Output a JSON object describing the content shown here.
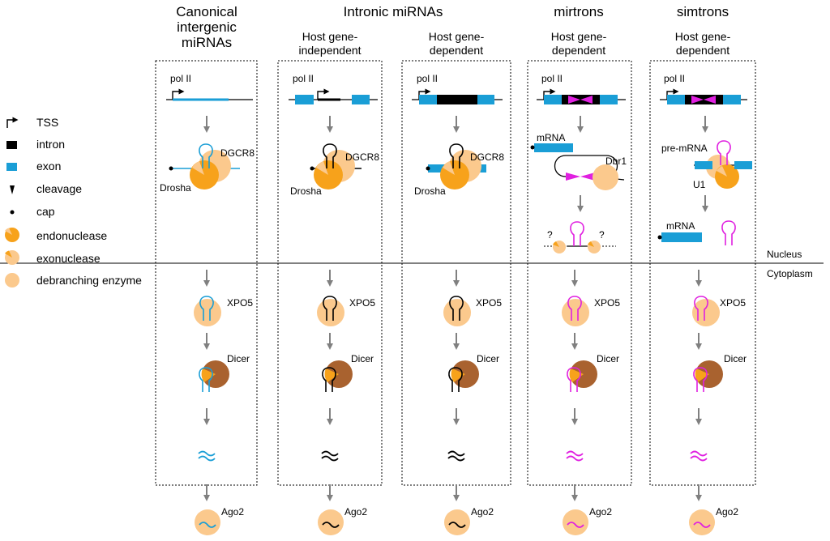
{
  "headers": {
    "canonical": [
      "Canonical",
      "intergenic",
      "miRNAs"
    ],
    "intronic": "Intronic miRNAs",
    "mirtrons": "mirtrons",
    "simtrons": "simtrons"
  },
  "subheaders": {
    "col2": [
      "Host gene-",
      "independent"
    ],
    "col3": [
      "Host gene-",
      "dependent"
    ],
    "col4": [
      "Host gene-",
      "dependent"
    ],
    "col5": [
      "Host gene-",
      "dependent"
    ]
  },
  "legend": {
    "tss": "TSS",
    "intron": "intron",
    "exon": "exon",
    "cleavage": "cleavage",
    "cap": "cap",
    "endonuclease": "endonuclease",
    "exonuclease": "exonuclease",
    "debranching": "debranching enzyme"
  },
  "compartments": {
    "nucleus": "Nucleus",
    "cytoplasm": "Cytoplasm"
  },
  "labels": {
    "pol2": "pol II",
    "dgcr8": "DGCR8",
    "drosha": "Drosha",
    "mrna": "mRNA",
    "dbr1": "Dbr1",
    "premrna": "pre-mRNA",
    "u1": "U1",
    "question": "?",
    "xpo5": "XPO5",
    "dicer": "Dicer",
    "ago2": "Ago2"
  },
  "colors": {
    "canonical_rna": "#1a9ed6",
    "intronic_rna": "#000000",
    "mirtron_rna": "#e020e0",
    "exon": "#1a9ed6",
    "intron": "#000000",
    "endonuclease": "#f7a21b",
    "exonuclease": "#fbc98d",
    "dicer": "#a9622f",
    "arrow": "#808080"
  }
}
